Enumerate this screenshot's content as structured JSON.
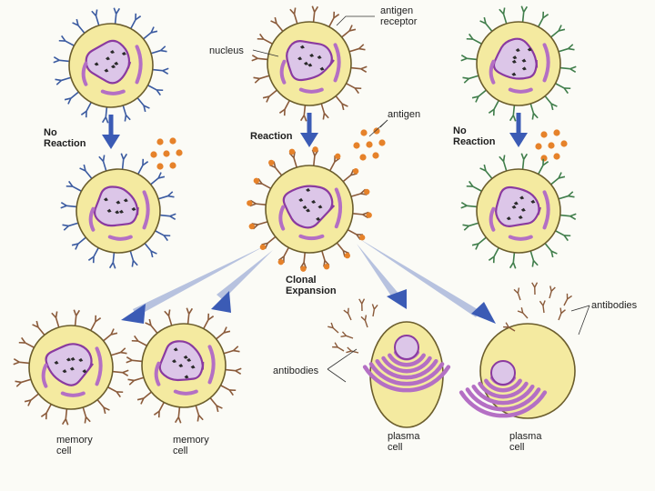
{
  "labels": {
    "antigen_receptor": [
      "antigen",
      "receptor"
    ],
    "nucleus": "nucleus",
    "antigen": "antigen",
    "no_reaction_left": [
      "No",
      "Reaction"
    ],
    "reaction": "Reaction",
    "no_reaction_right": [
      "No",
      "Reaction"
    ],
    "clonal_expansion": [
      "Clonal",
      "Expansion"
    ],
    "antibodies_right": "antibodies",
    "antibodies_left": "antibodies",
    "memory_cell_1": [
      "memory",
      "cell"
    ],
    "memory_cell_2": [
      "memory",
      "cell"
    ],
    "plasma_cell_1": [
      "plasma",
      "cell"
    ],
    "plasma_cell_2": [
      "plasma",
      "cell"
    ]
  },
  "colors": {
    "cell_fill": "#f4eaa0",
    "cell_stroke": "#6b5d2c",
    "nucleus_fill": "#dcc6e8",
    "nucleus_stroke": "#8a3aa0",
    "organelle": "#b46fc4",
    "chromatin": "#2a2a2a",
    "receptor_blue": "#3a5aa0",
    "receptor_brown": "#8a5a3a",
    "receptor_green": "#3f7d4a",
    "antigen_orange": "#e6822a",
    "arrow_blue": "#3b5bb5"
  }
}
